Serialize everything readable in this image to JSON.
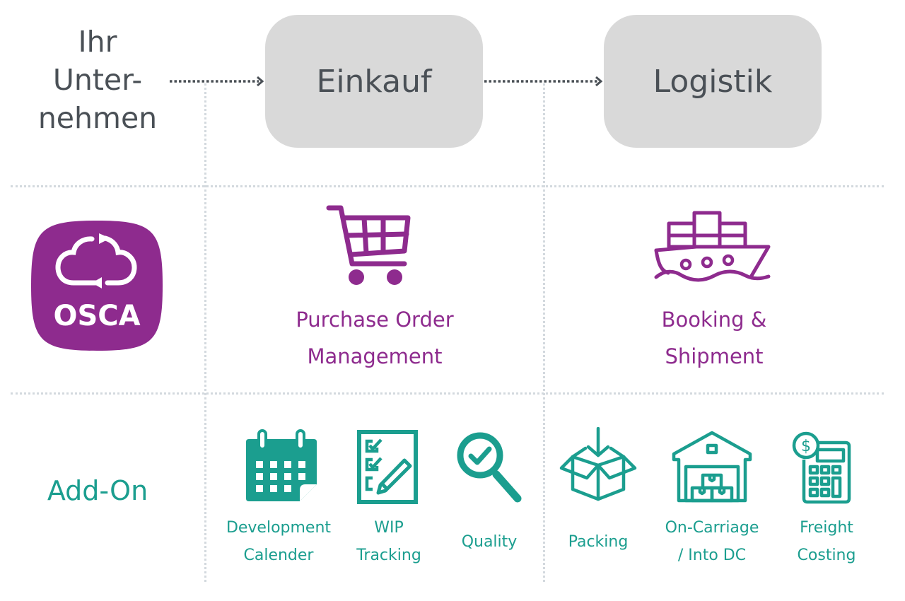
{
  "flow": {
    "source_label_lines": [
      "Ihr",
      "Unter-",
      "nehmen"
    ],
    "stages": [
      {
        "label": "Einkauf"
      },
      {
        "label": "Logistik"
      }
    ]
  },
  "core_row": {
    "logo_text": "OSCA",
    "modules": [
      {
        "icon": "shopping-cart-icon",
        "label_lines": [
          "Purchase Order",
          "Management"
        ]
      },
      {
        "icon": "cargo-ship-icon",
        "label_lines": [
          "Booking &",
          "Shipment"
        ]
      }
    ]
  },
  "addon_row": {
    "label": "Add-On",
    "items": [
      {
        "icon": "calendar-icon",
        "label_lines": [
          "Development",
          "Calender"
        ]
      },
      {
        "icon": "checklist-pencil-icon",
        "label_lines": [
          "WIP",
          "Tracking"
        ]
      },
      {
        "icon": "magnifier-check-icon",
        "label_lines": [
          "Quality"
        ]
      },
      {
        "icon": "box-packing-icon",
        "label_lines": [
          "Packing"
        ]
      },
      {
        "icon": "warehouse-icon",
        "label_lines": [
          "On-Carriage",
          "/ Into DC"
        ]
      },
      {
        "icon": "calculator-dollar-icon",
        "label_lines": [
          "Freight",
          "Costing"
        ]
      }
    ]
  },
  "colors": {
    "purple": "#8e2b8e",
    "teal": "#1b9e8f",
    "box_gray": "#d9d9d9",
    "text_gray": "#4a5056",
    "divider": "#d3d9de"
  }
}
